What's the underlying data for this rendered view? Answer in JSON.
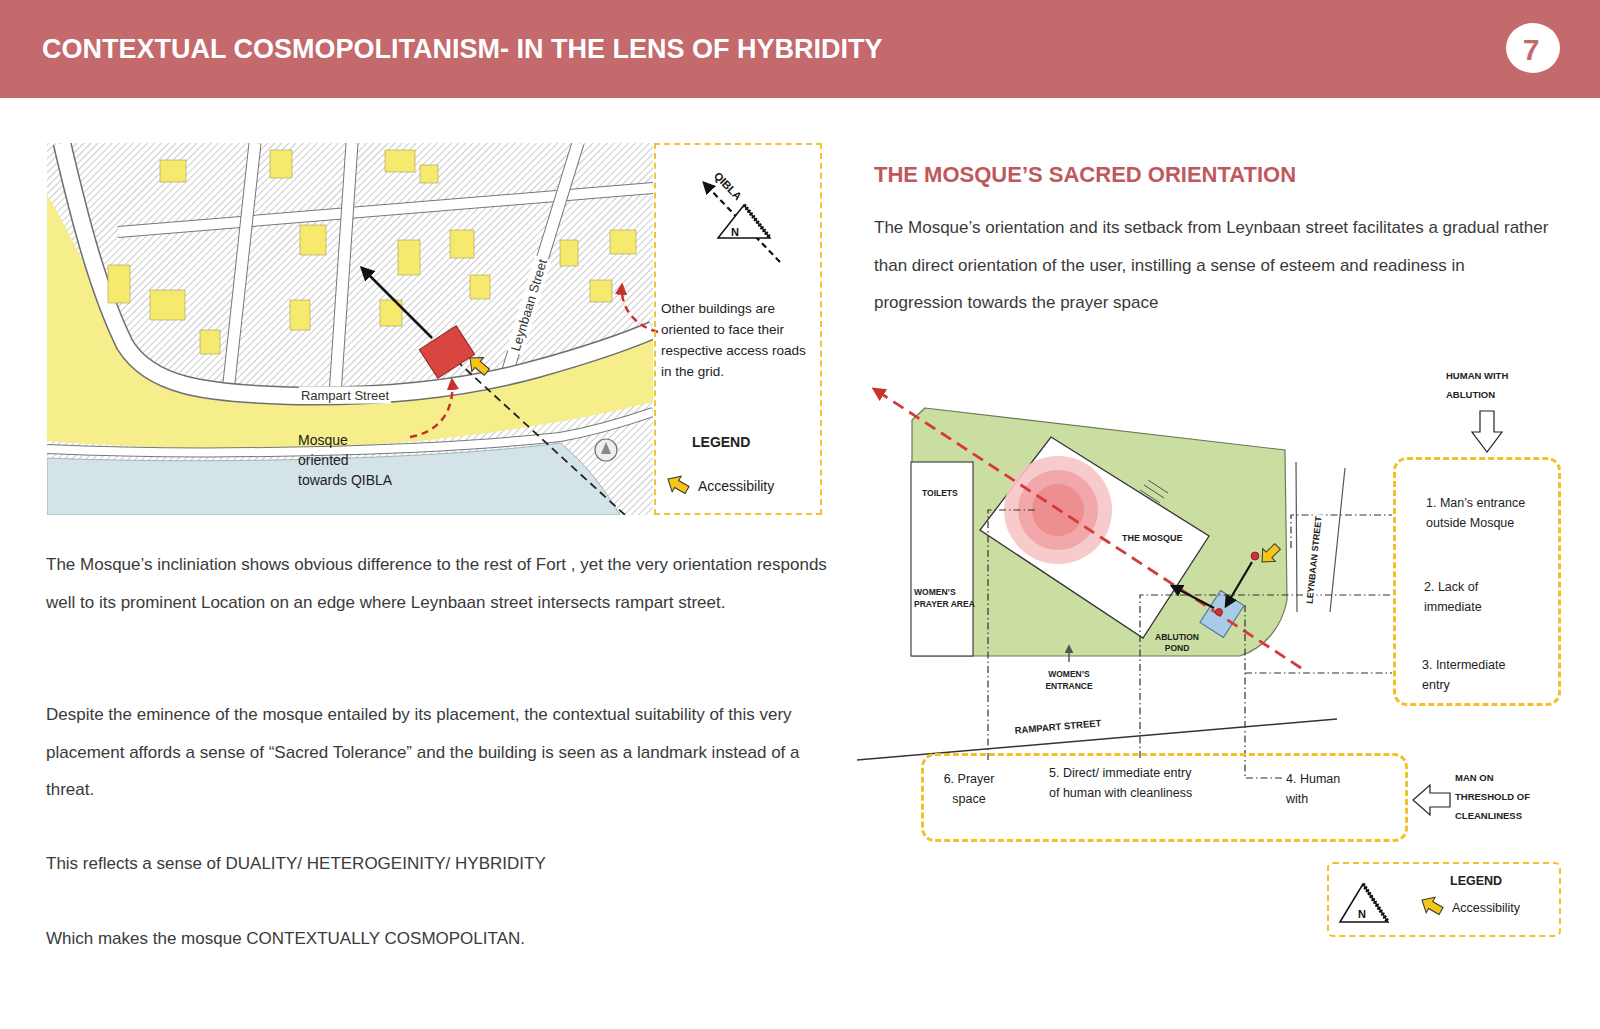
{
  "diagram": {
    "title": "CONTEXTUAL COSMOPOLITANISM- IN THE LENS OF HYBRIDITY",
    "nodes": [
      {
        "text": [
          "7"
        ]
      },
      {
        "text": [
          "Other buildings are oriented to face their respective access roads in the grid.",
          "LEGEND"
        ]
      },
      {
        "text": [
          "1. Man’s entrance outside Mosque",
          "2. Lack of immediate",
          "3. Intermediate entry"
        ]
      },
      {
        "text": [
          "6. Prayer space",
          "5. Direct/ immediate entry of human with cleanliness",
          "4. Human with"
        ]
      },
      {
        "text": [
          "LEGEND"
        ]
      }
    ],
    "labels": [
      "QIBLA",
      "N",
      "Rampart Street",
      "Leynbaan Street",
      "Mosque oriented towards QIBLA",
      "The Mosque’s incliniation shows obvious difference to the rest of Fort , yet the very orientation responds well to its prominent Location on an edge where Leynbaan street intersects rampart street.",
      "Despite the eminence of the mosque entailed by its placement, the contextual suitability of this very placement affords a sense of “Sacred Tolerance” and the building is seen as a landmark instead of a threat.",
      "This reflects a sense of DUALITY/ HETEROGEINITY/ HYBRIDITY",
      "Which makes the mosque CONTEXTUALLY COSMOPOLITAN.",
      "THE MOSQUE’S SACRED ORIENTATION",
      "The Mosque’s orientation and its setback from Leynbaan street facilitates a gradual rather than direct orientation of the user, instilling a sense of esteem and readiness in progression towards the prayer space",
      "HUMAN WITH ABLUTION",
      "TOILETS",
      "THE MOSQUE",
      "WOMEN’S PRAYER AREA",
      "ABLUTION POND",
      "WOMEN’S ENTRANCE",
      "RAMPART STREET",
      "LEYNBAAN STREET",
      "MAN ON THRESHOLD OF CLEANLINESS",
      "N"
    ],
    "legend": [
      {
        "text": "Accessibility"
      },
      {
        "text": "Accessibility"
      }
    ]
  }
}
